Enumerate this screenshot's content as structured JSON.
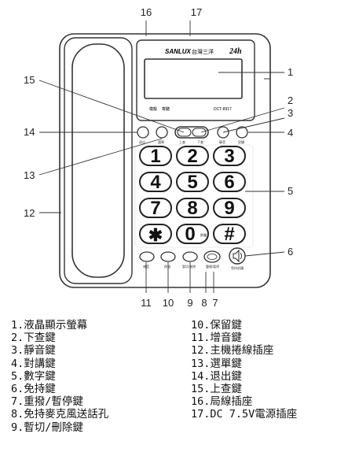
{
  "brand": {
    "logo": "SANLUX",
    "name_cn": "台灣三洋",
    "badge": "24h"
  },
  "display_panel": {
    "labels": [
      "模擬",
      "寄聽"
    ],
    "model": "DCT-8917"
  },
  "small_keys": {
    "left": [
      "退出",
      "選單"
    ],
    "center": [
      "上查",
      "下查"
    ],
    "right": [
      "靜音",
      "對講"
    ]
  },
  "keypad": [
    "1",
    "2",
    "3",
    "4",
    "5",
    "6",
    "7",
    "8",
    "9",
    "✱",
    "0",
    "#"
  ],
  "keypad_zero_sub": "鈴聲",
  "bottom_keys": [
    "增音",
    "保留",
    "暫切/刪除",
    "重撥/暫停"
  ],
  "speaker_label": "免持對講",
  "callouts": {
    "top": [
      "16",
      "17"
    ],
    "right": [
      "1",
      "2",
      "3",
      "4",
      "5",
      "6"
    ],
    "left": [
      "15",
      "14",
      "13",
      "12"
    ],
    "bottom": [
      "11",
      "10",
      "9",
      "8",
      "7"
    ]
  },
  "legend_left": [
    "1.液晶顯示螢幕",
    "2.下查鍵",
    "3.靜音鍵",
    "4.對講鍵",
    "5.數字鍵",
    "6.免持鍵",
    "7.重撥/暫停鍵",
    "8.免持麥克風送話孔",
    "9.暫切/刪除鍵"
  ],
  "legend_right": [
    "10.保留鍵",
    "11.增音鍵",
    "12.主機捲線插座",
    "13.選單鍵",
    "14.退出鍵",
    "15.上查鍵",
    "16.局線插座",
    "17.DC 7.5V電源插座"
  ]
}
